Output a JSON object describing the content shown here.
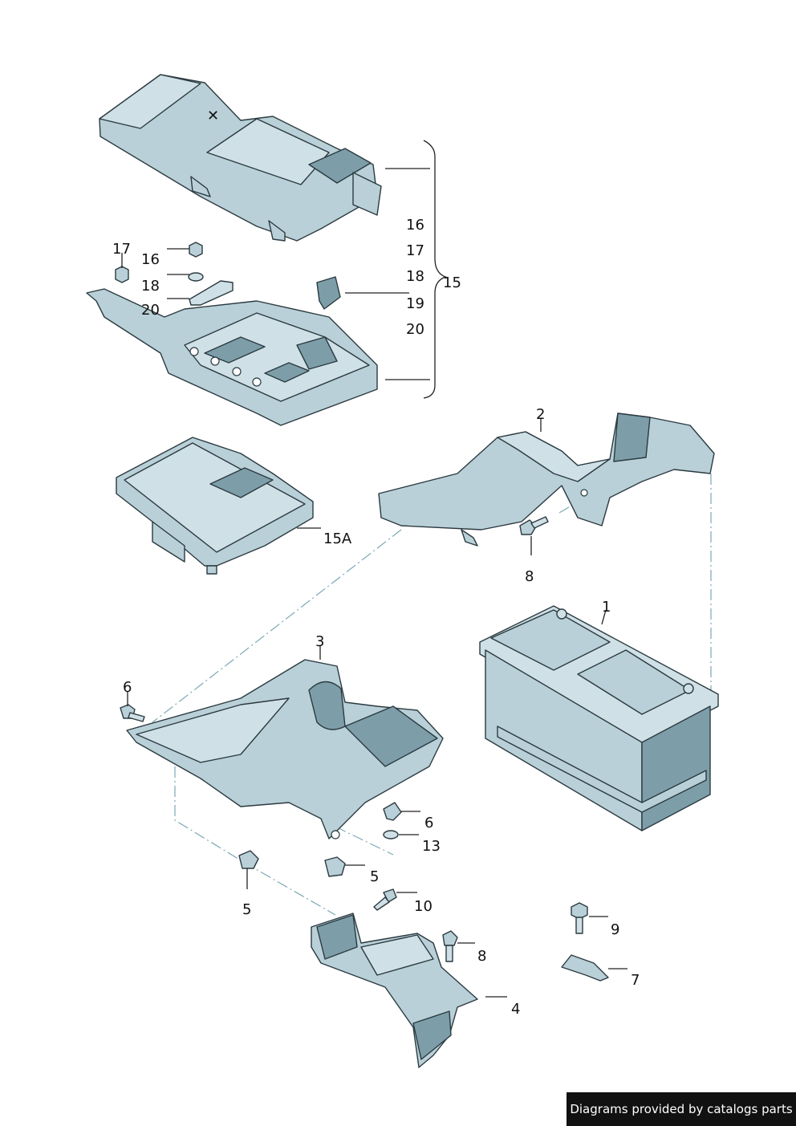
{
  "callouts": {
    "c1": "1",
    "c2": "2",
    "c3": "3",
    "c4": "4",
    "c5a": "5",
    "c5b": "5",
    "c6a": "6",
    "c6b": "6",
    "c7": "7",
    "c8a": "8",
    "c8b": "8",
    "c9": "9",
    "c10": "10",
    "c13": "13",
    "c15": "15",
    "c15a": "15A",
    "c16a": "16",
    "c16b": "16",
    "c17a": "17",
    "c17b": "17",
    "c18a": "18",
    "c18b": "18",
    "c19": "19",
    "c20a": "20",
    "c20b": "20"
  },
  "credit": "Diagrams provided by catalogs parts"
}
